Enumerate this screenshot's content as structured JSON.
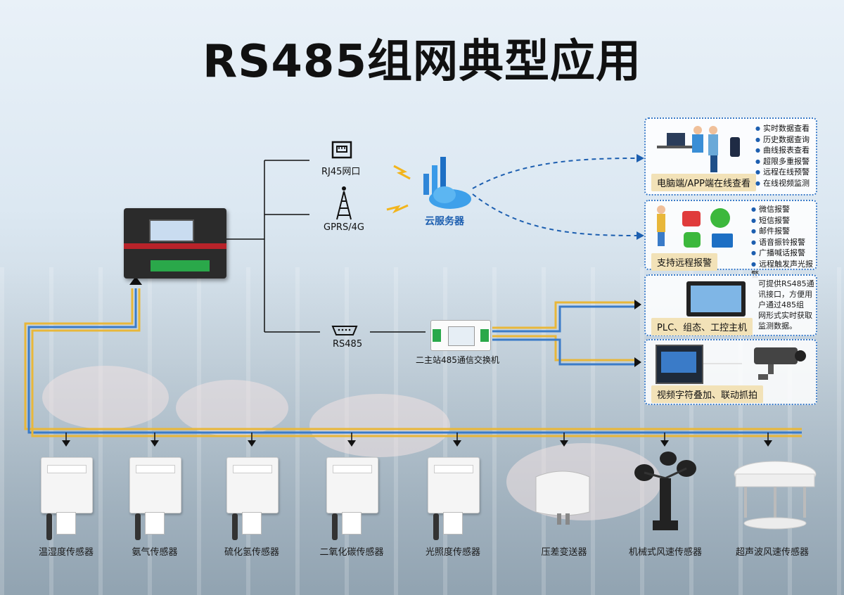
{
  "title": "RS485组网典型应用",
  "left_device": {
    "name": "",
    "icon": "data-logger-icon"
  },
  "interfaces": [
    {
      "label": "RJ45网口",
      "icon": "ethernet-port-icon"
    },
    {
      "label": "GPRS/4G",
      "icon": "cell-tower-icon"
    },
    {
      "label": "RS485",
      "icon": "serial-port-icon"
    }
  ],
  "cloud": {
    "label": "云服务器",
    "icon": "cloud-server-icon"
  },
  "switch": {
    "label": "二主站485通信交换机",
    "icon": "switch-device-icon"
  },
  "panels": [
    {
      "tag": "电脑端/APP端在线查看",
      "items": [
        "实时数据查看",
        "历史数据查询",
        "曲线报表查看",
        "超限多重报警",
        "远程在线预警",
        "在线视频监测"
      ]
    },
    {
      "tag": "支持远程报警",
      "items": [
        "微信报警",
        "短信报警",
        "邮件报警",
        "语音振铃报警",
        "广播喊话报警",
        "远程触发声光报警"
      ]
    },
    {
      "tag": "PLC、组态、工控主机",
      "text": [
        "可提供RS485通",
        "讯接口，方便用",
        "户通过485组",
        "网形式实时获取",
        "监测数据。"
      ]
    },
    {
      "tag": "视频字符叠加、联动抓拍"
    }
  ],
  "sensors": [
    "温湿度传感器",
    "氨气传感器",
    "硫化氢传感器",
    "二氧化碳传感器",
    "光照度传感器",
    "压差变送器",
    "机械式风速传感器",
    "超声波风速传感器"
  ],
  "colors": {
    "bus_yellow": "#e8b73a",
    "bus_blue": "#3a7bc8",
    "dash": "#1d5fb0",
    "tag_bg": "#f2e2b8"
  }
}
